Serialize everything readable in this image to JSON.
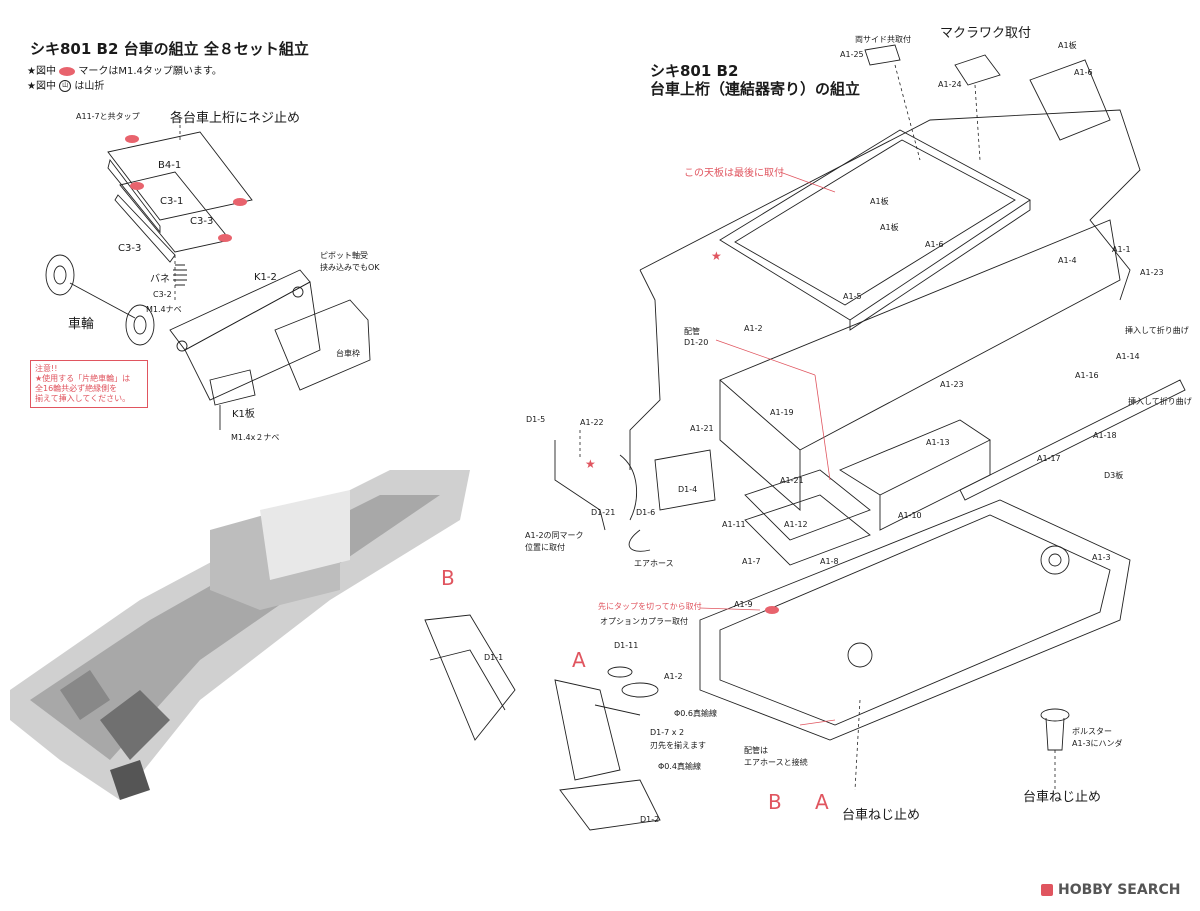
{
  "left": {
    "title": "シキ801 B2 台車の組立 全８セット組立",
    "note1_prefix": "★図中",
    "note1_suffix": "マークはM1.4タップ願います。",
    "note2_prefix": "★図中",
    "note2_suffix": "は山折",
    "labels": {
      "a11_7": "A11-7と共タップ",
      "screw_top": "各台車上桁にネジ止め",
      "b4_1": "B4-1",
      "c3_1": "C3-1",
      "c3_3a": "C3-3",
      "c3_3b": "C3-3",
      "bane": "バネ",
      "c3_2": "C3-2",
      "m14_1": "M1.4ナベ",
      "k1_2": "K1-2",
      "pivot": "ピボット軸受",
      "pivot2": "挟み込みでもOK",
      "wheel": "車輪",
      "frame": "台車枠",
      "k1_plate": "K1板",
      "m14_2": "M1.4x２ナベ"
    },
    "caution": {
      "line1": "注意!!",
      "line2": "★使用する「片絶車輪」は",
      "line3": "全16輪共必ず絶縁側を",
      "line4": "揃えて挿入してください。"
    }
  },
  "right": {
    "title_line1": "シキ801 B2",
    "title_line2": "台車上桁（連結器寄り）の組立",
    "labels": {
      "both_side": "両サイド共取付",
      "makura": "マクラワク取付",
      "a1_25": "A1-25",
      "a1_24": "A1-24",
      "a1_plate_top": "A1板",
      "a1_6_top": "A1-6",
      "top_plate_note": "この天板は最後に取付",
      "a1_plate_1": "A1板",
      "a1_plate_2": "A1板",
      "a1_6": "A1-6",
      "a1_1": "A1-1",
      "a1_4": "A1-4",
      "a1_23": "A1-23",
      "a1_5": "A1-5",
      "a1_2": "A1-2",
      "pipe": "配管",
      "d1_20": "D1-20",
      "insert_fold1": "挿入して折り曲げ",
      "a1_14": "A1-14",
      "a1_16": "A1-16",
      "a1_23b": "A1-23",
      "insert_fold2": "挿入して折り曲げ",
      "a1_18": "A1-18",
      "d1_5": "D1-5",
      "a1_22": "A1-22",
      "a1_21": "A1-21",
      "a1_19": "A1-19",
      "a1_13": "A1-13",
      "a1_17": "A1-17",
      "d3_plate": "D3板",
      "d1_4": "D1-4",
      "a1_21b": "A1-21",
      "a1_10": "A1-10",
      "a1_11": "A1-11",
      "a1_12": "A1-12",
      "d1_6": "D1-6",
      "d1_21": "D1-21",
      "a1_2_same1": "A1-2の同マーク",
      "a1_2_same2": "位置に取付",
      "air_hose": "エアホース",
      "a1_7": "A1-7",
      "a1_8": "A1-8",
      "a1_3": "A1-3",
      "tap_first": "先にタップを切ってから取付",
      "a1_9": "A1-9",
      "option_coupler": "オプションカプラー取付",
      "d1_1": "D1-1",
      "d1_11": "D1-11",
      "a1_2b": "A1-2",
      "wire06": "Φ0.6真鍮線",
      "d1_7": "D1-7 x 2",
      "d1_7b": "刃先を揃えます",
      "wire04": "Φ0.4真鍮線",
      "d1_2": "D1-2",
      "pipe_air1": "配管は",
      "pipe_air2": "エアホースと接続",
      "bolster1": "ボルスター",
      "bolster2": "A1-3にハンダ",
      "screw_l": "台車ねじ止め",
      "screw_r": "台車ねじ止め",
      "letter_b1": "B",
      "letter_a1": "A",
      "letter_b2": "B",
      "letter_a2": "A"
    }
  },
  "watermark": {
    "brand": "HOBBY SEARCH"
  }
}
